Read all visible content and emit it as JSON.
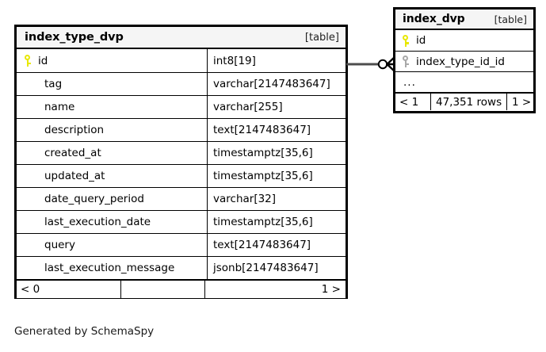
{
  "diagram": {
    "type": "entity-relationship-diagram",
    "generator_caption": "Generated by SchemaSpy",
    "tables": [
      {
        "id": "index_type_dvp",
        "name": "index_type_dvp",
        "tag": "[table]",
        "columns": [
          {
            "name": "id",
            "type": "int8[19]",
            "key": "primary",
            "key_icon": "yellow-key-icon"
          },
          {
            "name": "tag",
            "type": "varchar[2147483647]",
            "key": "none",
            "key_icon": ""
          },
          {
            "name": "name",
            "type": "varchar[255]",
            "key": "none",
            "key_icon": ""
          },
          {
            "name": "description",
            "type": "text[2147483647]",
            "key": "none",
            "key_icon": ""
          },
          {
            "name": "created_at",
            "type": "timestamptz[35,6]",
            "key": "none",
            "key_icon": ""
          },
          {
            "name": "updated_at",
            "type": "timestamptz[35,6]",
            "key": "none",
            "key_icon": ""
          },
          {
            "name": "date_query_period",
            "type": "varchar[32]",
            "key": "none",
            "key_icon": ""
          },
          {
            "name": "last_execution_date",
            "type": "timestamptz[35,6]",
            "key": "none",
            "key_icon": ""
          },
          {
            "name": "query",
            "type": "text[2147483647]",
            "key": "none",
            "key_icon": ""
          },
          {
            "name": "last_execution_message",
            "type": "jsonb[2147483647]",
            "key": "none",
            "key_icon": ""
          }
        ],
        "footer": {
          "prev": "< 0",
          "middle": "",
          "next": "1 >"
        }
      },
      {
        "id": "index_dvp",
        "name": "index_dvp",
        "tag": "[table]",
        "columns": [
          {
            "name": "id",
            "type": "",
            "key": "primary",
            "key_icon": "yellow-key-icon"
          },
          {
            "name": "index_type_id_id",
            "type": "",
            "key": "foreign",
            "key_icon": "gray-key-icon"
          },
          {
            "name": "...",
            "type": "",
            "key": "none",
            "key_icon": ""
          }
        ],
        "footer": {
          "prev": "< 1",
          "middle": "47,351 rows",
          "next": "1 >"
        }
      }
    ],
    "relationship": {
      "from_table": "index_type_dvp",
      "from_column": "id",
      "to_table": "index_dvp",
      "to_column": "index_type_id_id",
      "notation": "crows-foot",
      "from_cardinality": "zero-or-one",
      "to_cardinality": "many"
    },
    "colors": {
      "border": "#000000",
      "header_background": "#f5f5f5",
      "body_background": "#ffffff",
      "primary_key": "#e8e800",
      "foreign_key": "#a9a9a9",
      "connector": "#4d4d4d"
    }
  }
}
